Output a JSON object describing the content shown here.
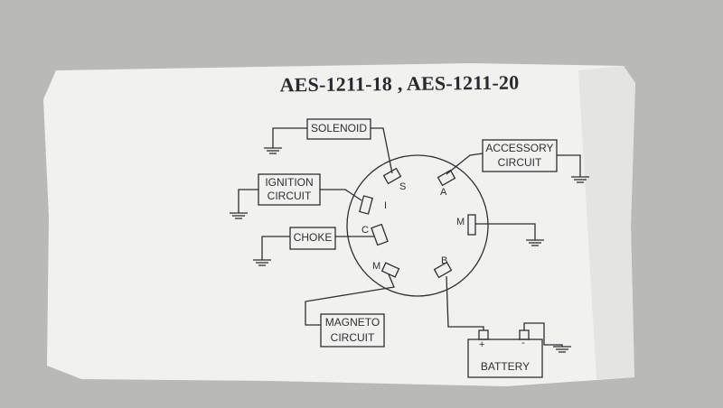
{
  "title": "AES-1211-18 , AES-1211-20",
  "boxes": {
    "solenoid": "SOLENOID",
    "ignition_1": "IGNITION",
    "ignition_2": "CIRCUIT",
    "choke": "CHOKE",
    "accessory_1": "ACCESSORY",
    "accessory_2": "CIRCUIT",
    "magneto_1": "MAGNETO",
    "magneto_2": "CIRCUIT",
    "battery": "BATTERY"
  },
  "pins": {
    "s": "S",
    "i": "I",
    "c": "C",
    "m_left": "M",
    "a": "A",
    "m_right": "M",
    "b": "B"
  },
  "battery_terminals": {
    "positive": "+",
    "negative": "-"
  },
  "colors": {
    "paper": "#f1f1ef",
    "ink": "#2f2f33",
    "background": "#b9bab7"
  }
}
